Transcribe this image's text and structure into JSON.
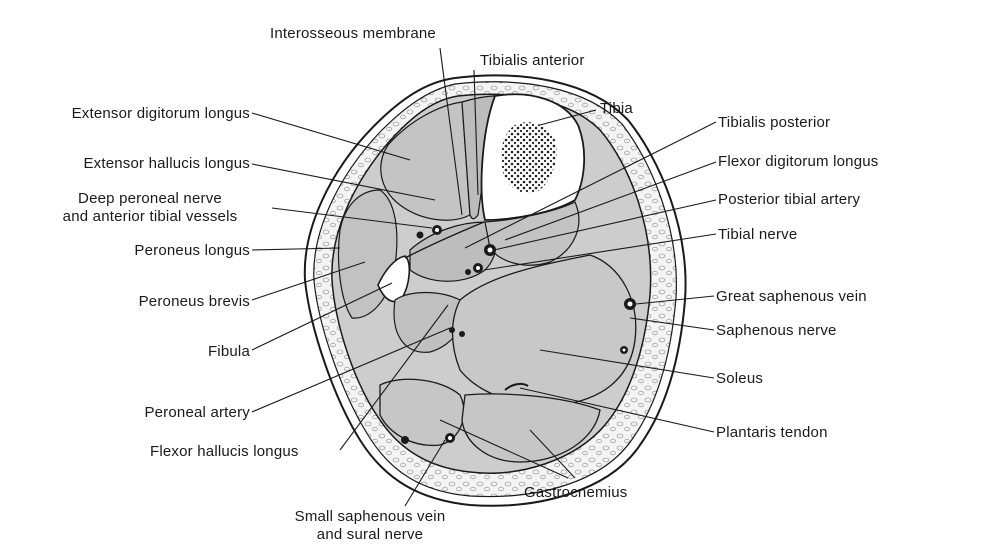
{
  "labels": {
    "interosseous_membrane": "Interosseous membrane",
    "tibialis_anterior": "Tibialis anterior",
    "tibia": "Tibia",
    "extensor_digitorum_longus": "Extensor digitorum longus",
    "extensor_hallucis_longus": "Extensor hallucis longus",
    "deep_peroneal_line1": "Deep peroneal nerve",
    "deep_peroneal_line2": "and anterior tibial vessels",
    "peroneus_longus": "Peroneus longus",
    "peroneus_brevis": "Peroneus brevis",
    "fibula": "Fibula",
    "peroneal_artery": "Peroneal artery",
    "flexor_hallucis_longus": "Flexor hallucis longus",
    "small_saphenous_line1": "Small saphenous vein",
    "small_saphenous_line2": "and sural nerve",
    "tibialis_posterior": "Tibialis posterior",
    "flexor_digitorum_longus": "Flexor digitorum longus",
    "posterior_tibial_artery": "Posterior tibial artery",
    "tibial_nerve": "Tibial nerve",
    "great_saphenous_vein": "Great saphenous vein",
    "saphenous_nerve": "Saphenous nerve",
    "soleus": "Soleus",
    "plantaris_tendon": "Plantaris tendon",
    "gastrocnemius": "Gastrocnemius"
  },
  "colors": {
    "ink": "#1a1a1a",
    "muscle": "#c9c9c9",
    "muscle_dark": "#b8b8b8",
    "fat": "#f2f2f2",
    "bone": "#ffffff",
    "marrow": "#2a2a2a"
  }
}
